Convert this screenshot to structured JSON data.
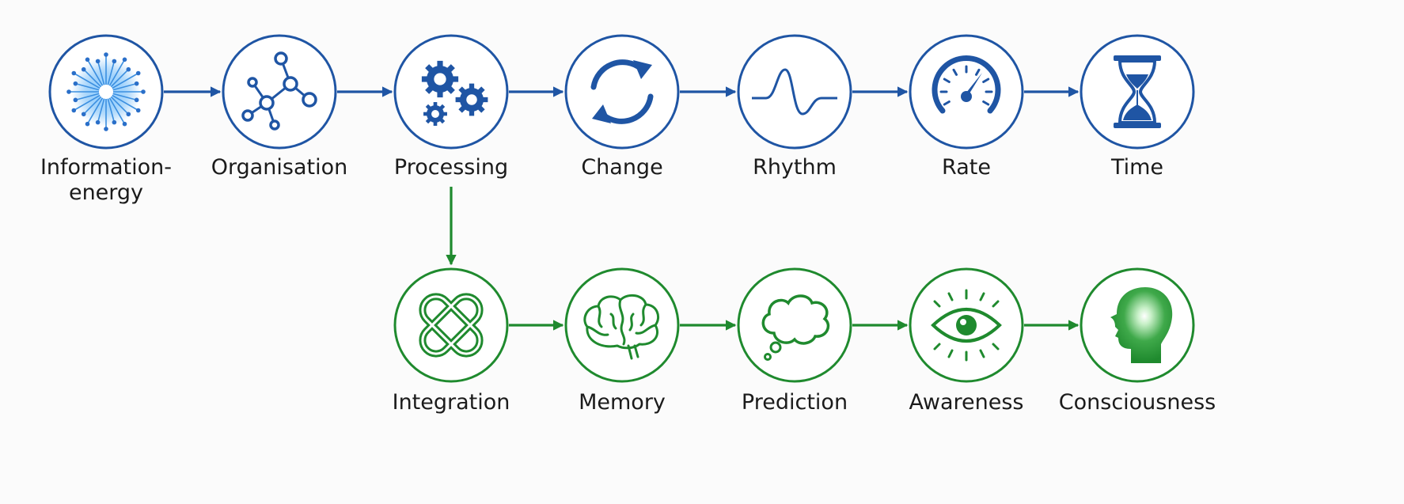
{
  "colors": {
    "blue": "#1f55a4",
    "green": "#1f8a2e",
    "background": "#fbfbfb",
    "text": "#1b1b1b"
  },
  "blue_row": [
    {
      "label": "Information-energy",
      "icon": "energy-burst-icon"
    },
    {
      "label": "Organisation",
      "icon": "network-nodes-icon"
    },
    {
      "label": "Processing",
      "icon": "gears-icon"
    },
    {
      "label": "Change",
      "icon": "cycle-arrows-icon"
    },
    {
      "label": "Rhythm",
      "icon": "wave-icon"
    },
    {
      "label": "Rate",
      "icon": "speedometer-icon"
    },
    {
      "label": "Time",
      "icon": "hourglass-icon"
    }
  ],
  "green_row": [
    {
      "label": "Integration",
      "icon": "interlocked-links-icon"
    },
    {
      "label": "Memory",
      "icon": "brain-icon"
    },
    {
      "label": "Prediction",
      "icon": "thought-bubble-icon"
    },
    {
      "label": "Awareness",
      "icon": "eye-icon"
    },
    {
      "label": "Consciousness",
      "icon": "glowing-head-icon"
    }
  ]
}
